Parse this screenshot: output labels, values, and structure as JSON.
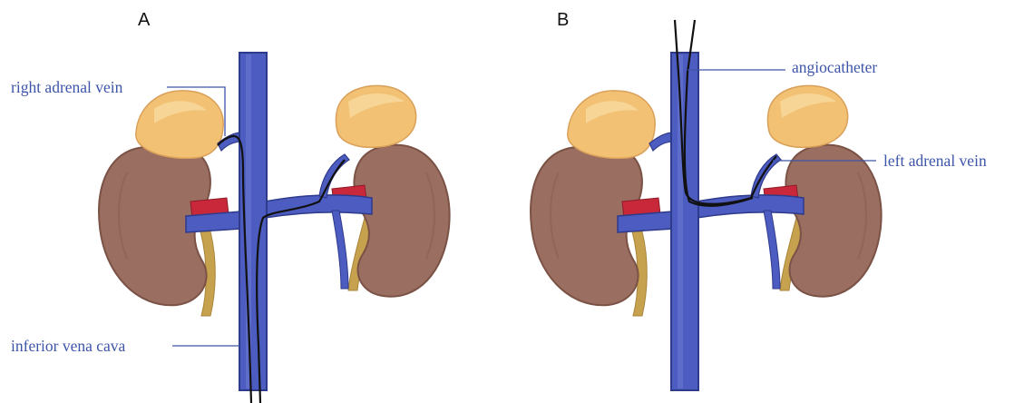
{
  "panels": [
    {
      "letter": "A"
    },
    {
      "letter": "B"
    }
  ],
  "labels": {
    "right_adrenal_vein": "right adrenal vein",
    "inferior_vena_cava": "inferior vena cava",
    "angiocatheter": "angiocatheter",
    "left_adrenal_vein": "left adrenal vein"
  },
  "colors": {
    "label_text": "#3d55a8",
    "leader_line": "#3d55a8",
    "vein_fill": "#4d5cc0",
    "vein_stroke": "#2e3a8a",
    "kidney_fill": "#9a6e60",
    "kidney_shadow": "#7a5246",
    "gland_fill": "#f2c173",
    "gland_highlight": "#f8da9f",
    "artery_fill": "#c9283a",
    "ureter_fill": "#c7a24e",
    "catheter": "#111111"
  }
}
